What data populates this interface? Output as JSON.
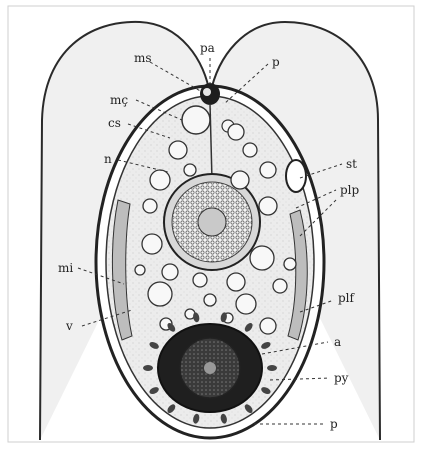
{
  "figure": {
    "background": "#ffffff",
    "ink": "#2a2a2a",
    "paper": "#ededed"
  },
  "labels": {
    "pa": "pa",
    "ms": "ms",
    "p_top": "p",
    "mc": "mç",
    "cs": "cs",
    "n": "n",
    "st": "st",
    "plp": "plp",
    "mi": "mi",
    "plf": "plf",
    "v": "v",
    "a": "a",
    "py": "py",
    "p_bottom": "p"
  }
}
